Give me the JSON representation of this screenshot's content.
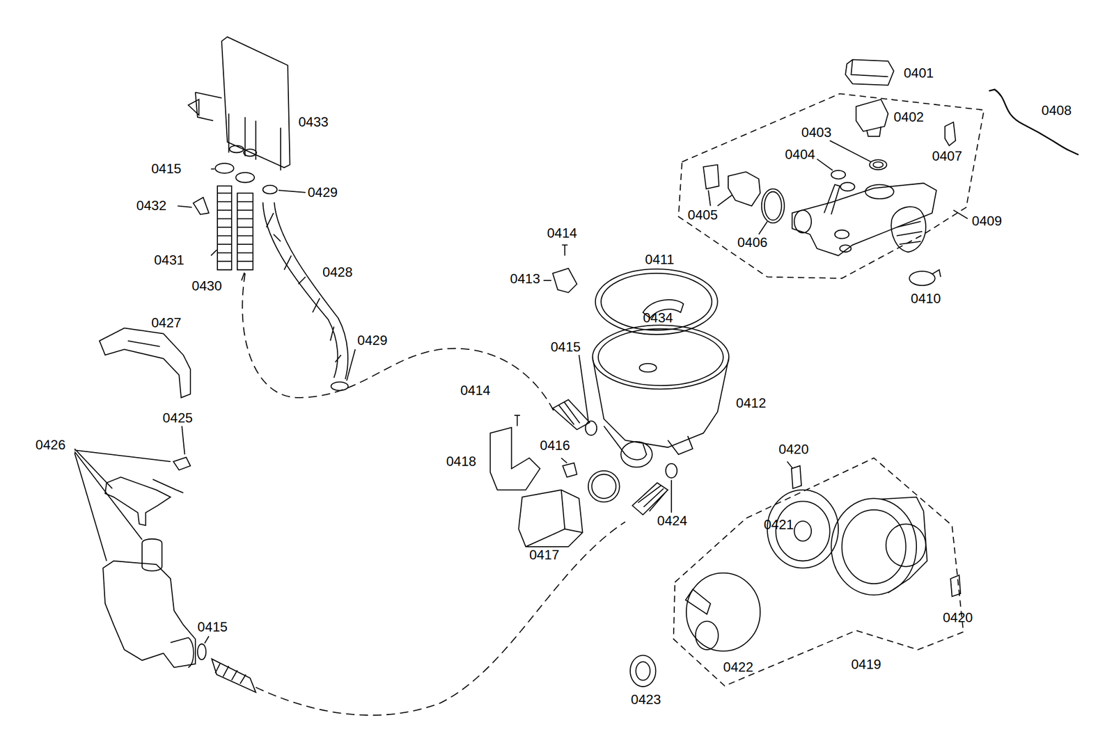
{
  "diagram": {
    "labels": [
      "0401",
      "0408",
      "0402",
      "0403",
      "0404",
      "0407",
      "0409",
      "0405",
      "0406",
      "0410",
      "0433",
      "0415",
      "0429",
      "0432",
      "0431",
      "0430",
      "0428",
      "0414",
      "0413",
      "0411",
      "0434",
      "0429",
      "0427",
      "0415",
      "0412",
      "0425",
      "0414",
      "0426",
      "0420",
      "0416",
      "0418",
      "0421",
      "0424",
      "0417",
      "0415",
      "0420",
      "0422",
      "0419",
      "0423"
    ]
  }
}
